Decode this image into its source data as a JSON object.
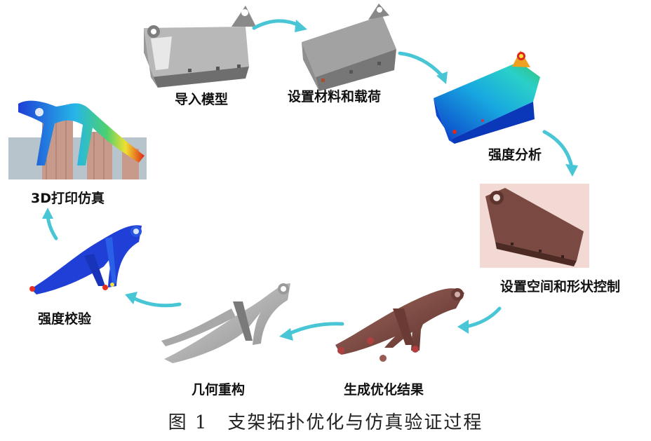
{
  "steps": [
    {
      "id": "import",
      "label": "导入模型"
    },
    {
      "id": "material",
      "label": "设置材料和载荷"
    },
    {
      "id": "strength",
      "label": "强度分析"
    },
    {
      "id": "space",
      "label": "设置空间和形状控制"
    },
    {
      "id": "optimize",
      "label": "生成优化结果"
    },
    {
      "id": "geometry",
      "label": "几何重构"
    },
    {
      "id": "verify",
      "label": "强度校验"
    },
    {
      "id": "print",
      "label": "3D打印仿真"
    }
  ],
  "caption": "图 1　支架拓扑优化与仿真验证过程",
  "colors": {
    "arrow": "#49c6d6",
    "model_gray": "#8a8a8a",
    "model_brown": "#7a4a42",
    "stress_blue": "#1f3fd6",
    "background_box": "#f2d9d4"
  }
}
